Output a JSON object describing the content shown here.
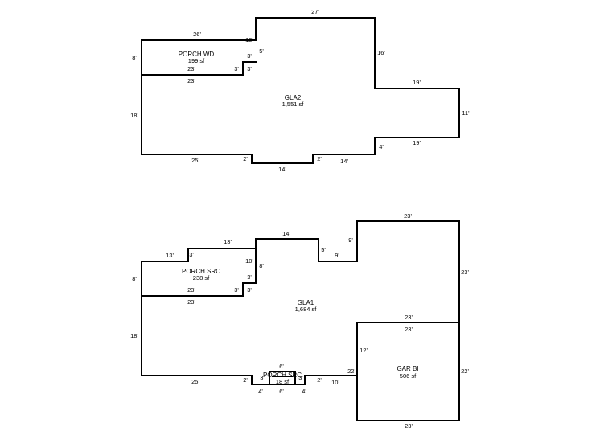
{
  "upper_floor": {
    "rooms": [
      {
        "name": "PORCH WD",
        "area": "199 sf"
      },
      {
        "name": "GLA2",
        "area": "1,551 sf"
      }
    ],
    "dims": [
      "27'",
      "26'",
      "10'",
      "8'",
      "5'",
      "3'",
      "16'",
      "23'",
      "3'",
      "3'",
      "23'",
      "19'",
      "11'",
      "18'",
      "19'",
      "4'",
      "25'",
      "2'",
      "2'",
      "14'",
      "14'"
    ]
  },
  "lower_floor": {
    "rooms": [
      {
        "name": "PORCH SRC",
        "area": "238 sf"
      },
      {
        "name": "GLA1",
        "area": "1,684 sf"
      },
      {
        "name": "GAR BI",
        "area": "506 sf"
      },
      {
        "name": "PORCH SRC",
        "area": "18 sf"
      }
    ],
    "dims": [
      "23'",
      "14'",
      "13'",
      "13'",
      "3'",
      "9'",
      "5'",
      "9'",
      "10'",
      "8'",
      "3'",
      "8'",
      "23'",
      "3'",
      "3'",
      "23'",
      "23'",
      "23'",
      "23'",
      "18'",
      "12'",
      "6'",
      "22'",
      "22'",
      "25'",
      "2'",
      "3'",
      "3'",
      "2'",
      "10'",
      "4'",
      "6'",
      "4'",
      "23'"
    ]
  }
}
